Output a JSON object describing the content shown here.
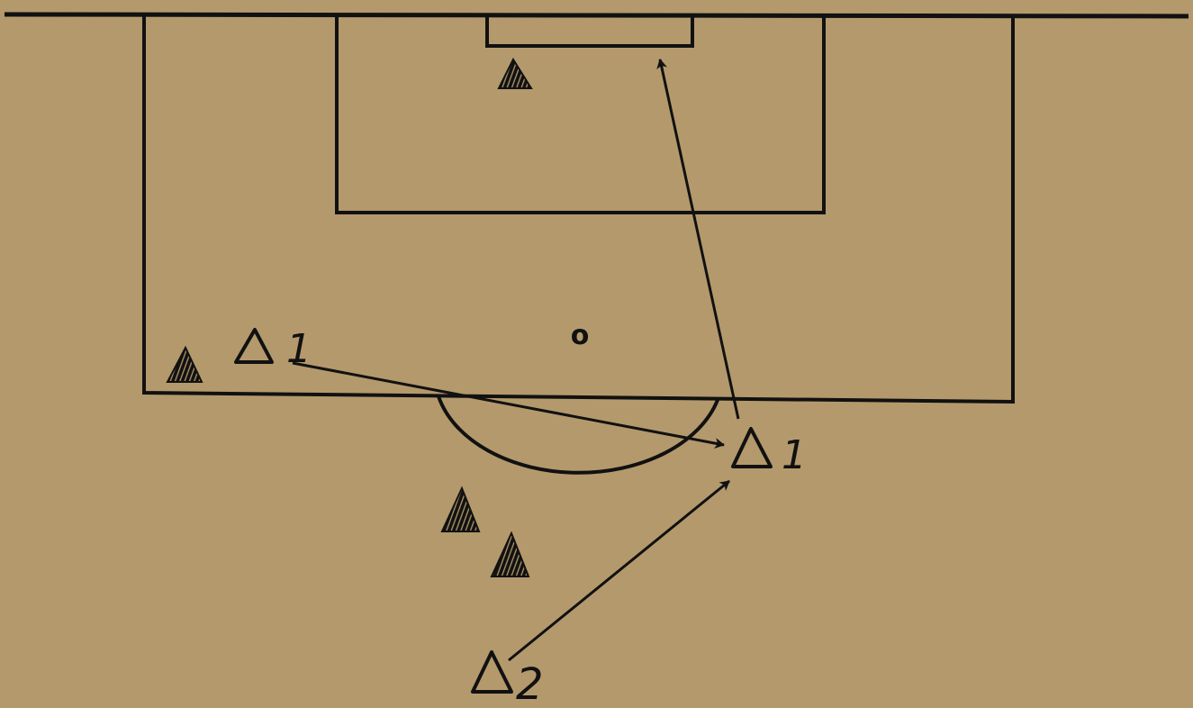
{
  "diagram": {
    "background_color": "#b4996c",
    "line_color": "#111111",
    "attackers": [
      {
        "id": "attacker-1-left",
        "label": "1"
      },
      {
        "id": "attacker-1-right",
        "label": "1"
      },
      {
        "id": "attacker-2",
        "label": "2"
      }
    ],
    "penalty_spot_label": "o",
    "defender_icon": "hatched-triangle-icon",
    "attacker_icon": "open-triangle-icon"
  }
}
